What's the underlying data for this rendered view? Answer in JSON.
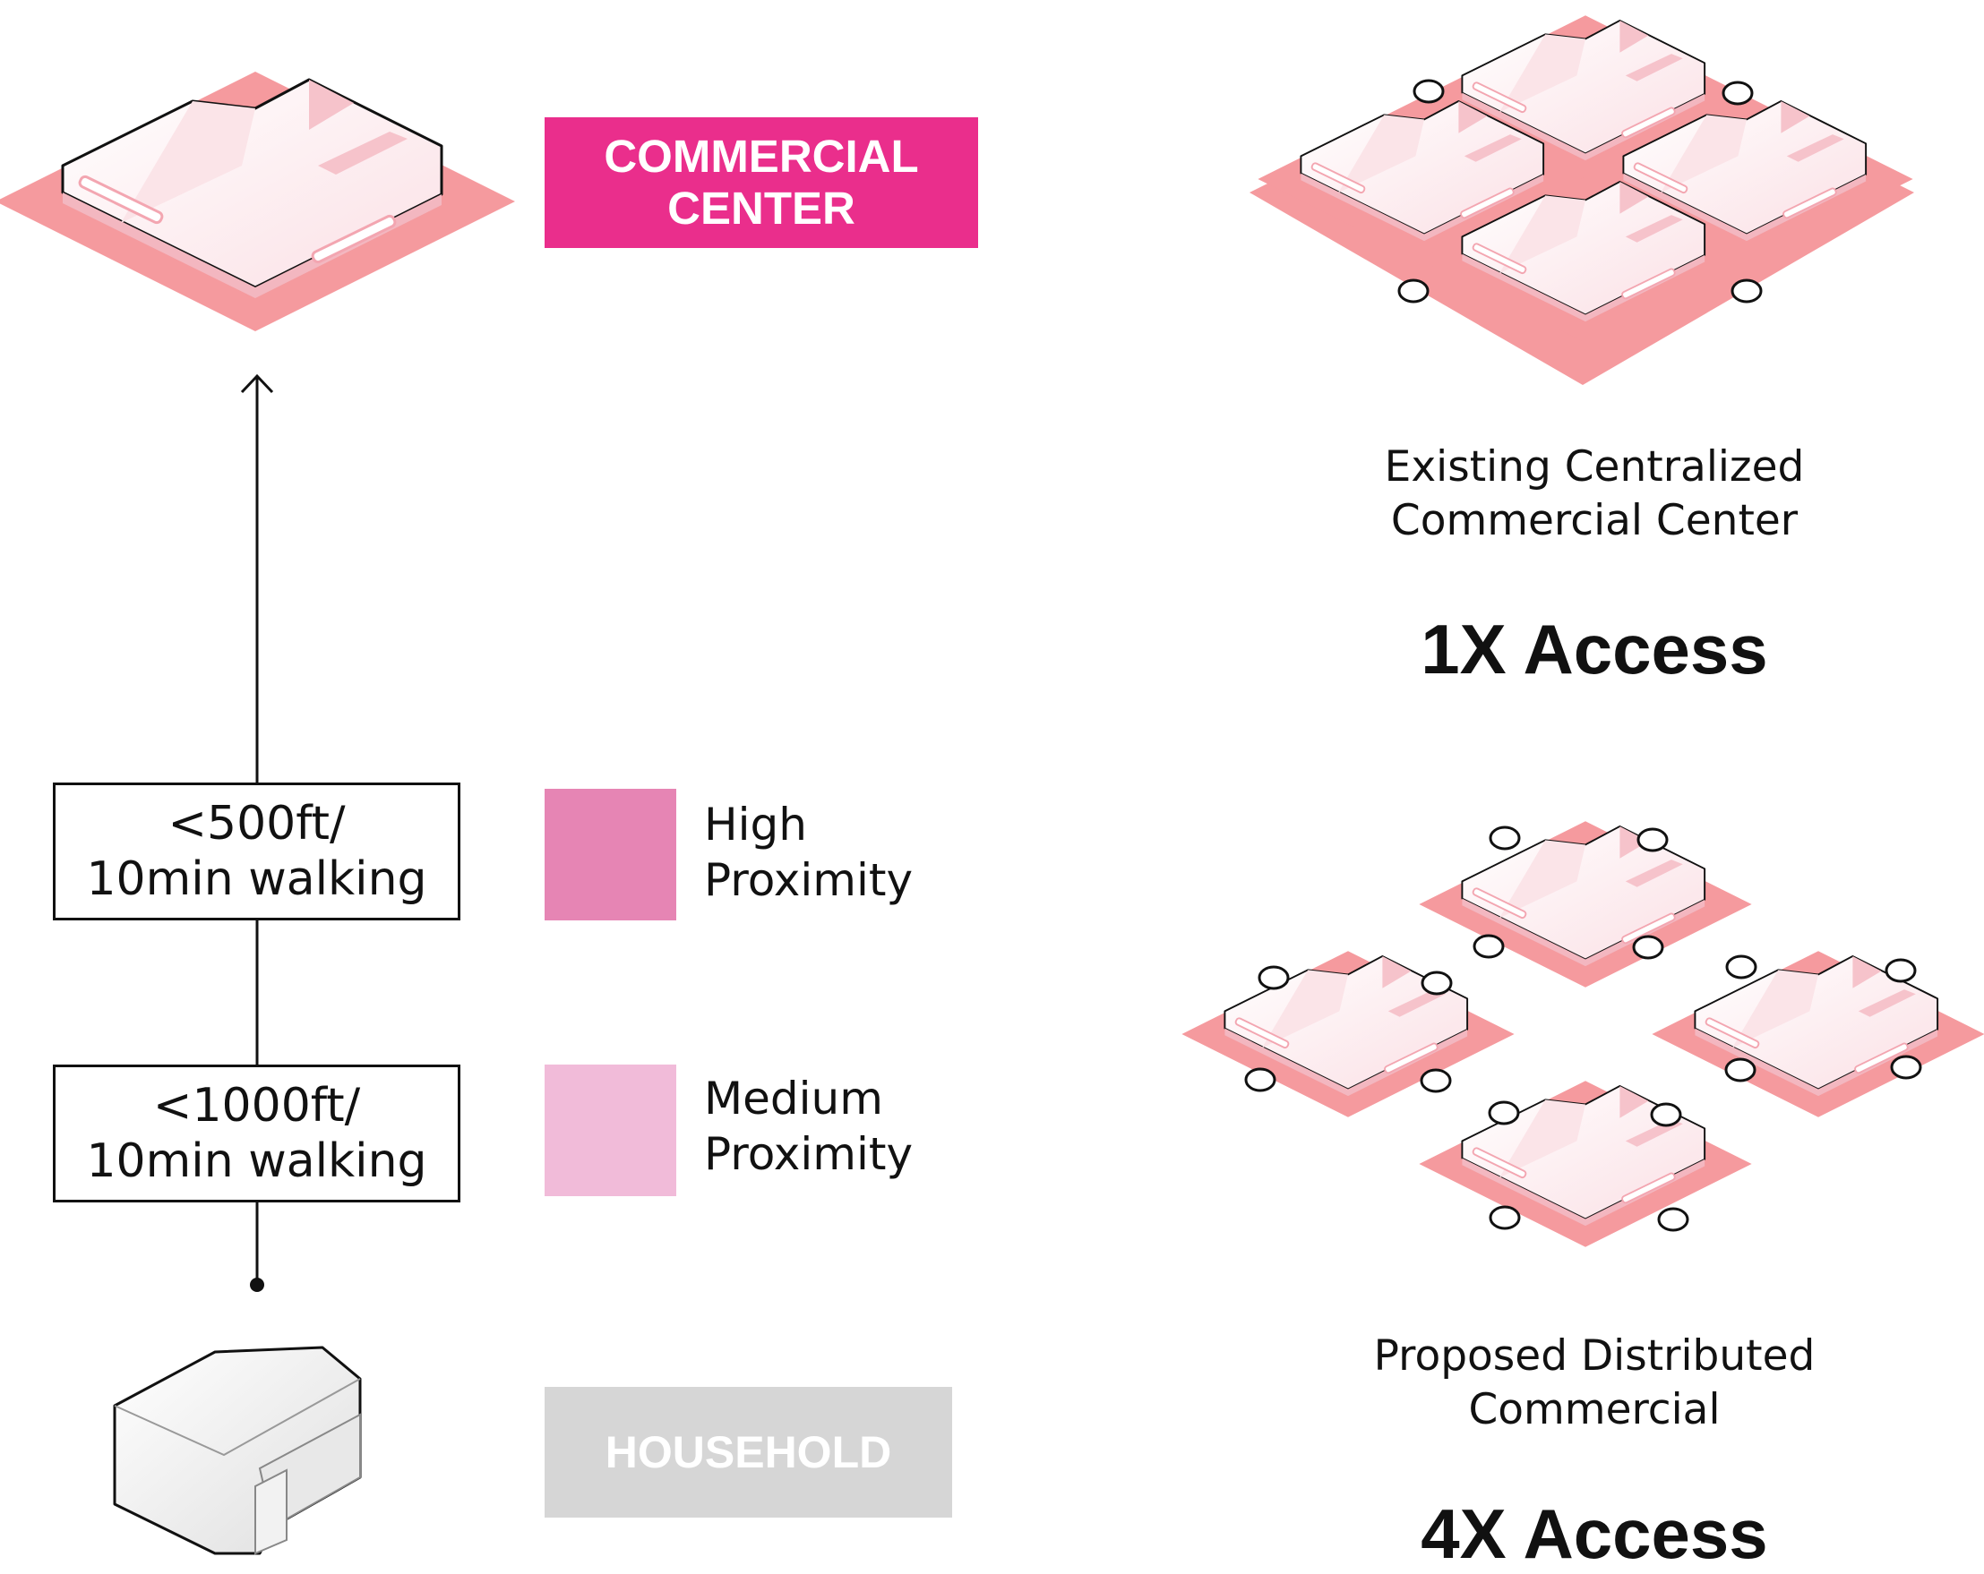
{
  "colors": {
    "plaza": "#f59a9e",
    "roof": "#fdeef1",
    "roof_shade": "#f6c3cb",
    "accent": "#ea2e8c",
    "high_proximity": "#e685b4",
    "medium_proximity": "#f1bbd9",
    "household_tag": "#d6d6d6"
  },
  "labels": {
    "commercial_center": [
      "COMMERCIAL",
      "CENTER"
    ],
    "household": "HOUSEHOLD"
  },
  "distances": [
    {
      "lines": [
        "<500ft/",
        "10min walking"
      ]
    },
    {
      "lines": [
        "<1000ft/",
        "10min walking"
      ]
    }
  ],
  "legend": [
    {
      "name": "High Proximity",
      "lines": [
        "High",
        "Proximity"
      ],
      "color": "#e685b4"
    },
    {
      "name": "Medium Proximity",
      "lines": [
        "Medium",
        "Proximity"
      ],
      "color": "#f1bbd9"
    }
  ],
  "scenarios": [
    {
      "caption": [
        "Existing Centralized",
        "Commercial Center"
      ],
      "access": "1X Access"
    },
    {
      "caption": [
        "Proposed Distributed",
        "Commercial"
      ],
      "access": "4X Access"
    }
  ],
  "icons": [
    "arrow-up-icon",
    "commercial-building-icon",
    "household-building-icon",
    "access-point-icon"
  ]
}
